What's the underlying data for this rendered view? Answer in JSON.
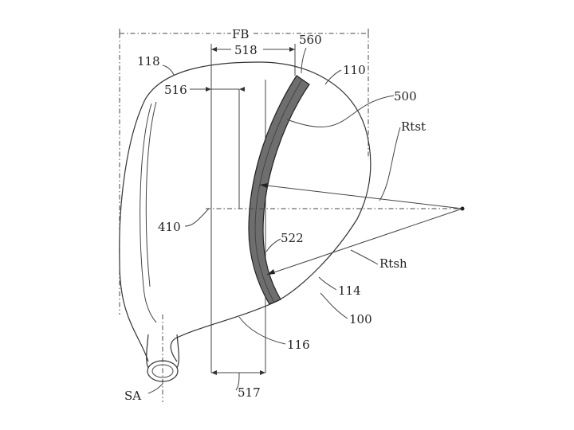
{
  "figure": {
    "labels": {
      "fb": "FB",
      "l560": "560",
      "l518": "518",
      "l118": "118",
      "l110": "110",
      "l516": "516",
      "l500": "500",
      "rtst": "Rtst",
      "l410": "410",
      "l522": "522",
      "rtsh": "Rtsh",
      "l114": "114",
      "l100": "100",
      "l116": "116",
      "sa": "SA",
      "l517": "517"
    }
  }
}
